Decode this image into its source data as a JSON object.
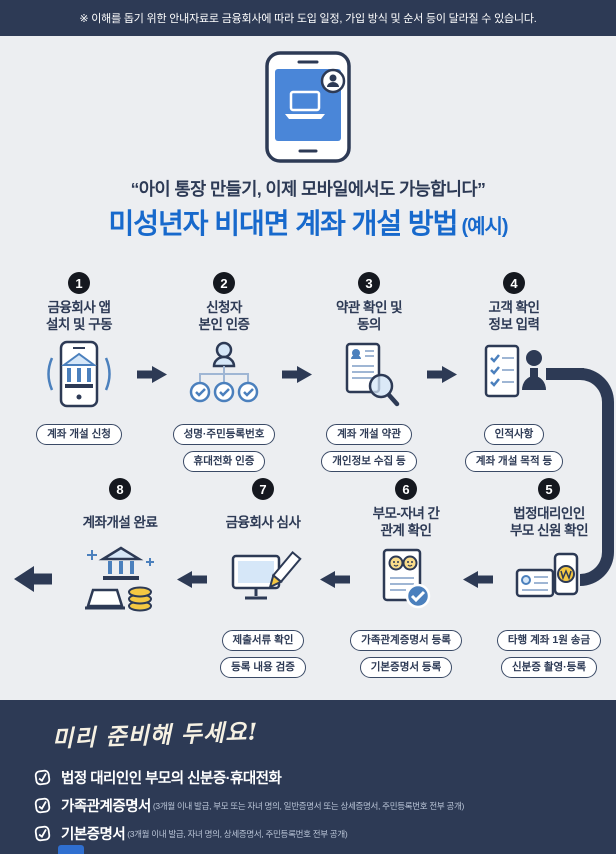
{
  "notice": "※ 이해를 돕기 위한 안내자료로 금융회사에 따라 도입 일정, 가입 방식 및 순서 등이 달라질 수 있습니다.",
  "header": {
    "quote": "“아이 통장 만들기, 이제 모바일에서도 가능합니다”",
    "title": "미성년자 비대면 계좌 개설 방법",
    "title_suffix": "(예시)"
  },
  "steps": [
    {
      "num": "1",
      "line1": "금융회사 앱",
      "line2": "설치 및 구동",
      "tag1": "계좌 개설 신청",
      "tag2": ""
    },
    {
      "num": "2",
      "line1": "신청자",
      "line2": "본인 인증",
      "tag1": "성명·주민등록번호",
      "tag2": "휴대전화 인증"
    },
    {
      "num": "3",
      "line1": "약관 확인 및",
      "line2": "동의",
      "tag1": "계좌 개설 약관",
      "tag2": "개인정보 수집 등"
    },
    {
      "num": "4",
      "line1": "고객 확인",
      "line2": "정보 입력",
      "tag1": "인적사항",
      "tag2": "계좌 개설 목적 등"
    },
    {
      "num": "5",
      "line1": "법정대리인인",
      "line2": "부모 신원 확인",
      "tag1": "타행 계좌 1원 송금",
      "tag2": "신분증 촬영·등록"
    },
    {
      "num": "6",
      "line1": "부모-자녀 간",
      "line2": "관계 확인",
      "tag1": "가족관계증명서 등록",
      "tag2": "기본증명서 등록"
    },
    {
      "num": "7",
      "line1": "금융회사 심사",
      "line2": "",
      "tag1": "제출서류 확인",
      "tag2": "등록 내용 검증"
    },
    {
      "num": "8",
      "line1": "계좌개설 완료",
      "line2": "",
      "tag1": "",
      "tag2": ""
    }
  ],
  "footer": {
    "title": "미리 준비해 두세요!",
    "items": [
      {
        "bold": "법정 대리인인 부모의 신분증·휴대전화",
        "detail": ""
      },
      {
        "bold": "가족관계증명서",
        "detail": "(3개월 이내 발급, 부모 또는 자녀 명의, 일반증명서 또는 상세증명서, 주민등록번호 전부 공개)"
      },
      {
        "bold": "기본증명서",
        "detail": "(3개월 이내 발급, 자녀 명의, 상세증명서, 주민등록번호 전부 공개)"
      }
    ]
  },
  "colors": {
    "navy": "#2d3a55",
    "blue": "#1769cc",
    "light_blue": "#d6e7f8",
    "yellow": "#f5c842"
  }
}
